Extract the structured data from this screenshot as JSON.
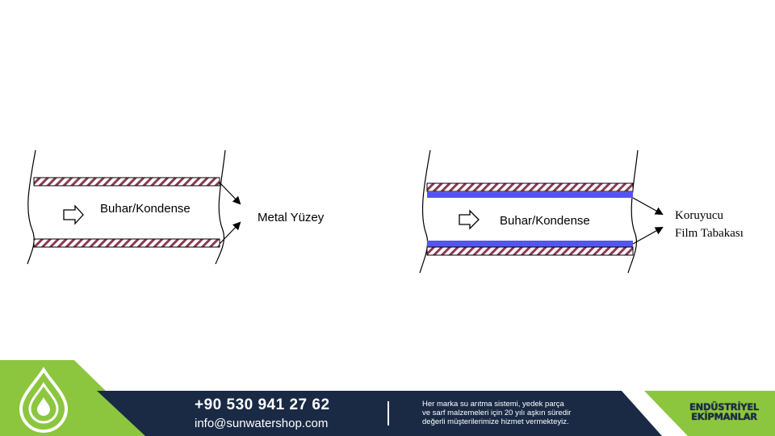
{
  "diagram": {
    "left": {
      "flow_label": "Buhar/Kondense",
      "surface_label": "Metal  Yüzey"
    },
    "right": {
      "flow_label": "Buhar/Kondense",
      "film_label_line1": "Koruyucu",
      "film_label_line2": "Film Tabakası"
    }
  },
  "footer": {
    "phone": "+90 530 941 27 62",
    "email": "info@sunwatershop.com",
    "tagline_line1": "Her marka su arıtma sistemi, yedek parça",
    "tagline_line2": "ve sarf malzemeleri için 20 yılı aşkın süredir",
    "tagline_line3": "değerli müşterilerimize hizmet vermekteyiz.",
    "badge_line1": "ENDÜSTRİYEL",
    "badge_line2": "EKİPMANLAR"
  },
  "colors": {
    "wall_stripe": "#8a3b4f",
    "protective_film": "#5555ee",
    "footer_navy": "#1a2a45",
    "footer_green": "#8cc63f"
  }
}
